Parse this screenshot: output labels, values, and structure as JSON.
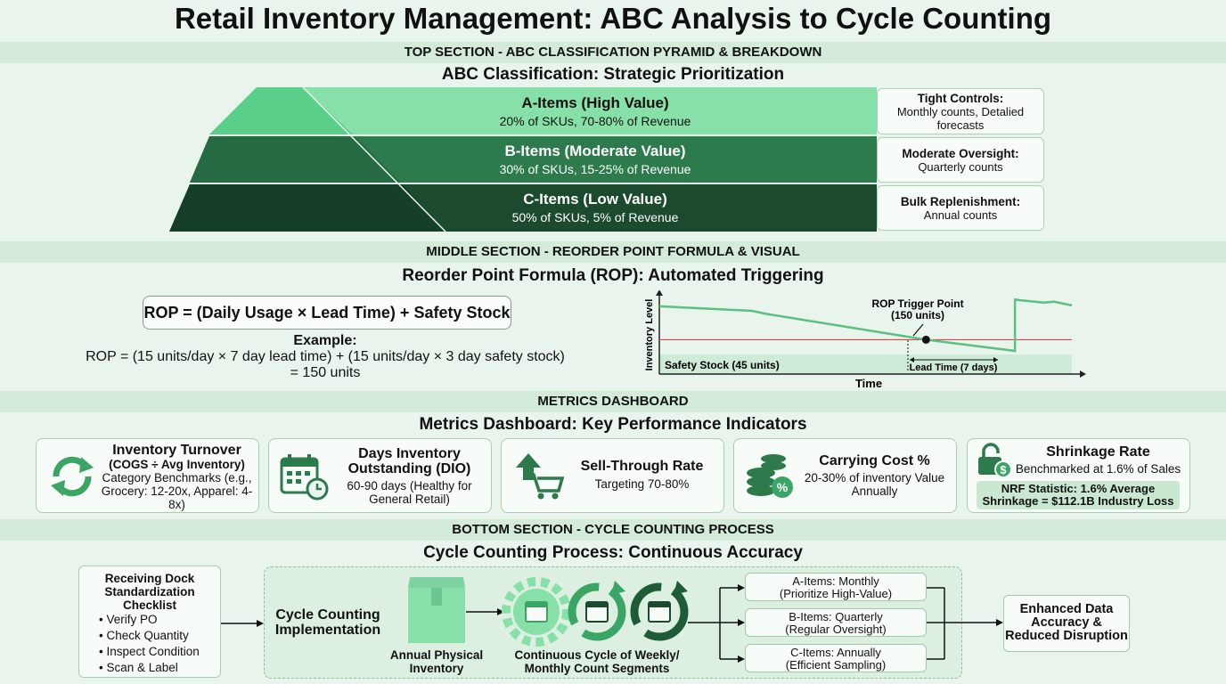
{
  "title": "Retail Inventory Management: ABC Analysis to Cycle Counting",
  "sections": {
    "top": "TOP SECTION - ABC CLASSIFICATION PYRAMID & BREAKDOWN",
    "middle": "MIDDLE SECTION - REORDER POINT FORMULA & VISUAL",
    "metrics": "METRICS DASHBOARD",
    "bottom": "BOTTOM SECTION - CYCLE COUNTING PROCESS"
  },
  "abc": {
    "subtitle": "ABC Classification: Strategic Prioritization",
    "tiers": [
      {
        "name": "A-Items (High Value)",
        "desc": "20% of SKUs, 70-80% of Revenue",
        "control_title": "Tight Controls:",
        "control_desc": "Monthly counts, Detalied forecasts",
        "color": "#86e0a8"
      },
      {
        "name": "B-Items (Moderate Value)",
        "desc": "30% of SKUs, 15-25% of Revenue",
        "control_title": "Moderate Oversight:",
        "control_desc": "Quarterly counts",
        "color": "#2d7a4d"
      },
      {
        "name": "C-Items (Low Value)",
        "desc": "50% of SKUs, 5% of Revenue",
        "control_title": "Bulk Replenishment:",
        "control_desc": "Annual counts",
        "color": "#1b4a2f"
      }
    ]
  },
  "rop": {
    "subtitle": "Reorder Point Formula (ROP): Automated Triggering",
    "formula": "ROP = (Daily Usage × Lead Time) + Safety Stock",
    "example_label": "Example:",
    "example_line1": "ROP = (15 units/day × 7 day lead time) + (15 units/day × 3 day safety stock)",
    "example_line2": "= 150 units"
  },
  "chart_data": {
    "type": "line",
    "xlabel": "Time",
    "ylabel": "Inventory Level",
    "safety_stock_label": "Safety Stock (45 units)",
    "trigger_label_1": "ROP Trigger Point",
    "trigger_label_2": "(150 units)",
    "lead_time_label": "Lead Time (7 days)",
    "rop_value": 150,
    "safety_stock": 45,
    "series": [
      {
        "values": [
          {
            "t": 0,
            "y": 296
          },
          {
            "t": 26,
            "y": 276
          },
          {
            "t": 30,
            "y": 263
          },
          {
            "t": 75,
            "y": 150
          },
          {
            "t": 100,
            "y": 101
          },
          {
            "t": 100,
            "y": 325
          },
          {
            "t": 108,
            "y": 312
          },
          {
            "t": 111,
            "y": 316
          },
          {
            "t": 116,
            "y": 300
          }
        ]
      }
    ],
    "colors": {
      "line": "#5cc080",
      "rop_line": "#d94444",
      "safety_band": "#cdebd6"
    }
  },
  "metrics": {
    "subtitle": "Metrics Dashboard: Key Performance Indicators",
    "cards": [
      {
        "title": "Inventory Turnover",
        "sub": "(COGS ÷ Avg Inventory)",
        "desc": "Category Benchmarks (e.g., Grocery: 12-20x, Apparel: 4-8x)",
        "icon": "cycle-arrows-icon"
      },
      {
        "title": "Days Inventory Outstanding (DIO)",
        "desc": "60-90 days (Healthy for General Retail)",
        "icon": "calendar-clock-icon"
      },
      {
        "title": "Sell-Through Rate",
        "desc": "Targeting 70-80%",
        "icon": "cart-arrow-icon"
      },
      {
        "title": "Carrying Cost %",
        "desc": "20-30% of inventory Value Annually",
        "icon": "coins-percent-icon"
      },
      {
        "title": "Shrinkage Rate",
        "desc": "Benchmarked at 1.6% of Sales",
        "note": "NRF Statistic: 1.6% Average Shrinkage = $112.1B Industry Loss",
        "icon": "lock-dollar-icon"
      }
    ]
  },
  "cycle": {
    "subtitle": "Cycle Counting Process: Continuous Accuracy",
    "checklist_title": "Receiving Dock Standardization Checklist",
    "checklist_items": [
      "Verify PO",
      "Check Quantity",
      "Inspect Condition",
      "Scan & Label"
    ],
    "implementation": "Cycle Counting Implementation",
    "annual": "Annual Physical Inventory",
    "continuous": "Continuous Cycle of Weekly/ Monthly Count Segments",
    "tiers": [
      {
        "line1": "A-Items: Monthly",
        "line2": "(Prioritize High-Value)"
      },
      {
        "line1": "B-Items: Quarterly",
        "line2": "(Regular Oversight)"
      },
      {
        "line1": "C-Items: Annually",
        "line2": "(Efficient Sampling)"
      }
    ],
    "result": "Enhanced Data Accuracy & Reduced Disruption"
  }
}
